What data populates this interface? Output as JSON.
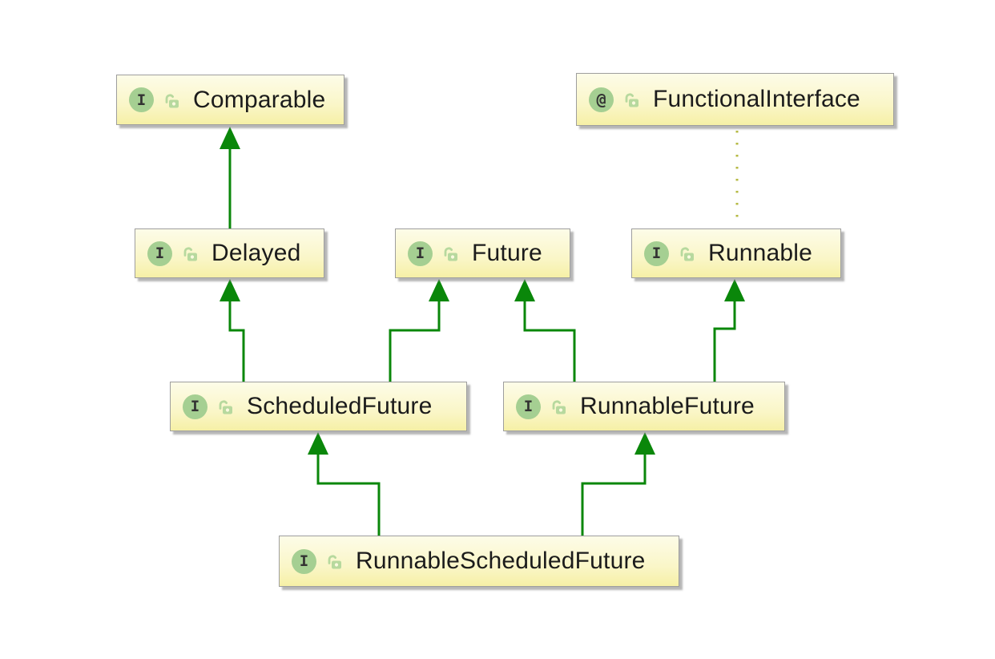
{
  "diagram": {
    "tool": "uml-interface-hierarchy-diagram",
    "colors": {
      "canvas_bg": "#ffffff",
      "node_fill_top": "#fdfce8",
      "node_fill_bottom": "#f6f0a6",
      "node_border": "#9e9e9e",
      "badge_green": "#a5cf92",
      "badge_text": "#333333",
      "lock_green": "#b7d99e",
      "arrow_green": "#0a870a",
      "dotted_line": "#b6ba44",
      "label_text": "#1b1b1b"
    },
    "icons": {
      "interface_badge": "I",
      "annotation_badge": "@",
      "visibility_icon": "public-unlocked-padlock-icon"
    },
    "nodes": [
      {
        "id": "comparable",
        "label": "Comparable",
        "kind": "interface",
        "badge": "I"
      },
      {
        "id": "functionalinterface",
        "label": "FunctionalInterface",
        "kind": "annotation",
        "badge": "@"
      },
      {
        "id": "delayed",
        "label": "Delayed",
        "kind": "interface",
        "badge": "I"
      },
      {
        "id": "future",
        "label": "Future",
        "kind": "interface",
        "badge": "I"
      },
      {
        "id": "runnable",
        "label": "Runnable",
        "kind": "interface",
        "badge": "I"
      },
      {
        "id": "scheduledfuture",
        "label": "ScheduledFuture",
        "kind": "interface",
        "badge": "I"
      },
      {
        "id": "runnablefuture",
        "label": "RunnableFuture",
        "kind": "interface",
        "badge": "I"
      },
      {
        "id": "runnablescheduledfuture",
        "label": "RunnableScheduledFuture",
        "kind": "interface",
        "badge": "I"
      }
    ],
    "edges": [
      {
        "from": "Delayed",
        "to": "Comparable",
        "type": "extends",
        "style": "solid-green-arrow"
      },
      {
        "from": "ScheduledFuture",
        "to": "Delayed",
        "type": "extends",
        "style": "solid-green-arrow"
      },
      {
        "from": "ScheduledFuture",
        "to": "Future",
        "type": "extends",
        "style": "solid-green-arrow"
      },
      {
        "from": "RunnableFuture",
        "to": "Future",
        "type": "extends",
        "style": "solid-green-arrow"
      },
      {
        "from": "RunnableFuture",
        "to": "Runnable",
        "type": "extends",
        "style": "solid-green-arrow"
      },
      {
        "from": "RunnableScheduledFuture",
        "to": "ScheduledFuture",
        "type": "extends",
        "style": "solid-green-arrow"
      },
      {
        "from": "RunnableScheduledFuture",
        "to": "RunnableFuture",
        "type": "extends",
        "style": "solid-green-arrow"
      },
      {
        "from": "FunctionalInterface",
        "to": "Runnable",
        "type": "annotated-by",
        "style": "dotted-line"
      }
    ]
  }
}
